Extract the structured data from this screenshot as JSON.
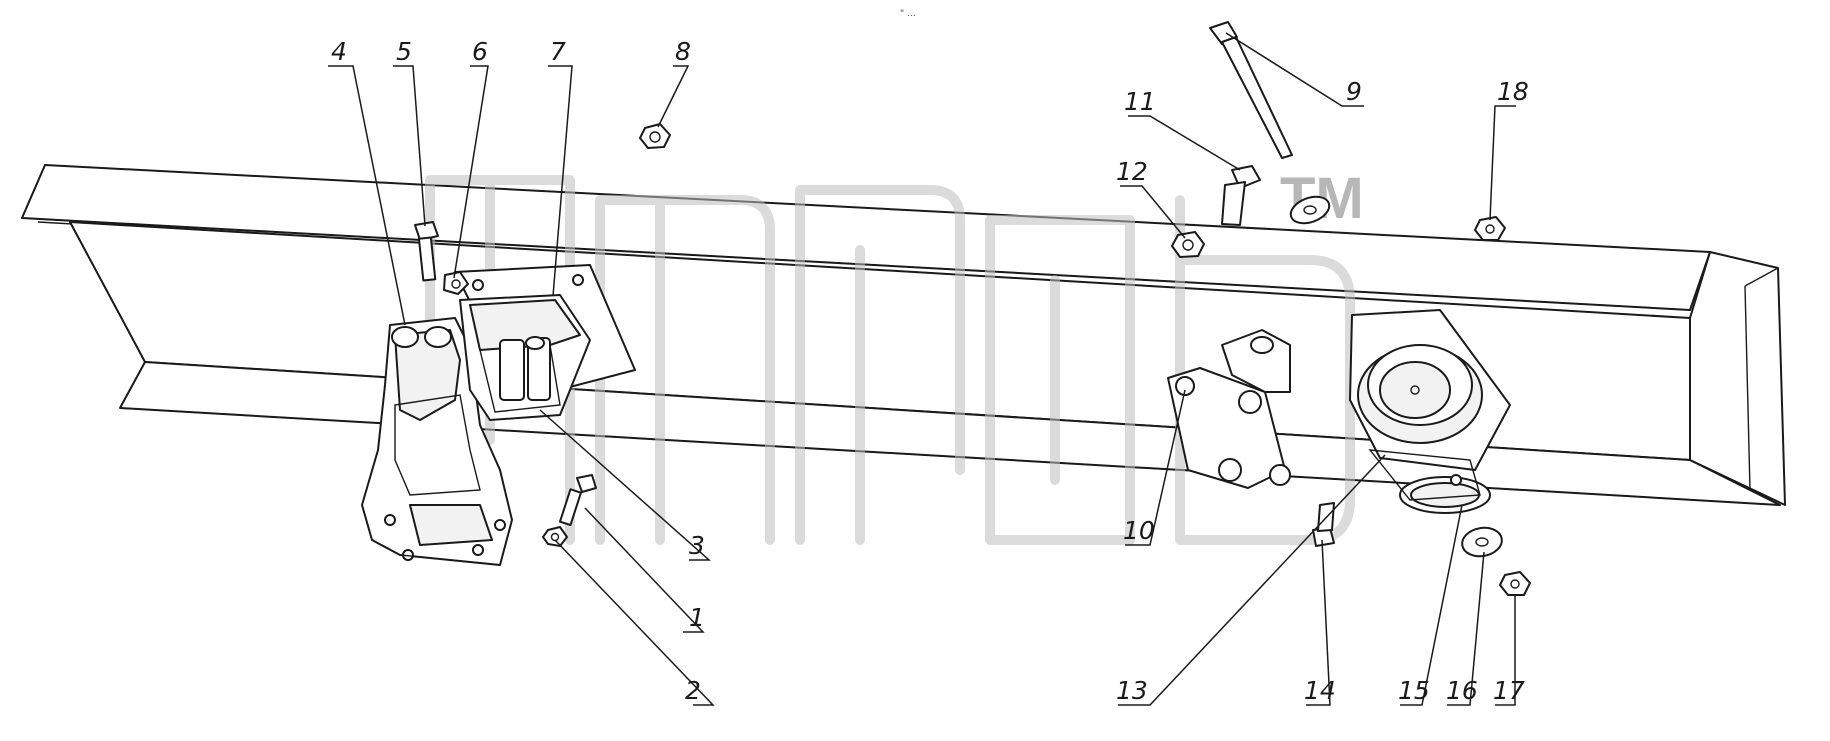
{
  "header": {
    "mark": "\" ..."
  },
  "watermark": {
    "text": "TM"
  },
  "callouts": [
    {
      "id": "c1",
      "text": "1"
    },
    {
      "id": "c2",
      "text": "2"
    },
    {
      "id": "c3",
      "text": "3"
    },
    {
      "id": "c4",
      "text": "4"
    },
    {
      "id": "c5",
      "text": "5"
    },
    {
      "id": "c6",
      "text": "6"
    },
    {
      "id": "c7",
      "text": "7"
    },
    {
      "id": "c8",
      "text": "8"
    },
    {
      "id": "c9",
      "text": "9"
    },
    {
      "id": "c10",
      "text": "10"
    },
    {
      "id": "c11",
      "text": "11"
    },
    {
      "id": "c12",
      "text": "12"
    },
    {
      "id": "c13",
      "text": "13"
    },
    {
      "id": "c14",
      "text": "14"
    },
    {
      "id": "c15",
      "text": "15"
    },
    {
      "id": "c16",
      "text": "16"
    },
    {
      "id": "c17",
      "text": "17"
    },
    {
      "id": "c18",
      "text": "18"
    }
  ],
  "colors": {
    "line": "#1a1a1a",
    "watermark": "#bdbdbd",
    "background": "#ffffff"
  }
}
